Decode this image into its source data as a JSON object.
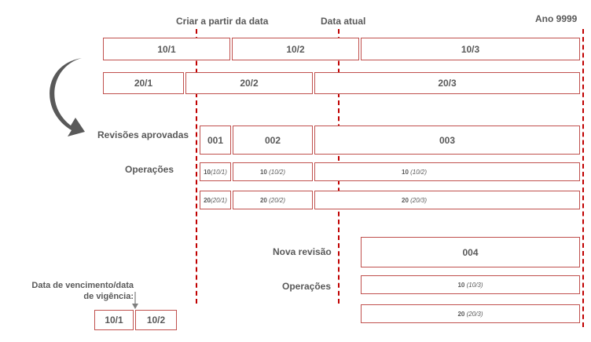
{
  "headers": {
    "criar": "Criar a partir da data",
    "data_atual": "Data atual",
    "ano": "Ano 9999"
  },
  "row1": [
    "10/1",
    "10/2",
    "10/3"
  ],
  "row2": [
    "20/1",
    "20/2",
    "20/3"
  ],
  "labels": {
    "revisoes": "Revisões aprovadas",
    "operacoes": "Operações",
    "nova_revisao": "Nova revisão",
    "operacoes2": "Operações",
    "vencimento_1": "Data de vencimento/data",
    "vencimento_2": "de vigência:"
  },
  "revisions": [
    "001",
    "002",
    "003"
  ],
  "ops10": [
    {
      "num": "10",
      "date": "(10/1)"
    },
    {
      "num": "10",
      "date": "(10/2)"
    },
    {
      "num": "10",
      "date": "(10/2)"
    }
  ],
  "ops20": [
    {
      "num": "20",
      "date": "(20/1)"
    },
    {
      "num": "20",
      "date": "(20/2)"
    },
    {
      "num": "20",
      "date": "(20/3)"
    }
  ],
  "new_revision": "004",
  "new_ops": [
    {
      "num": "10",
      "date": "(10/3)"
    },
    {
      "num": "20",
      "date": "(20/3)"
    }
  ],
  "legend": [
    "10/1",
    "10/2"
  ],
  "colors": {
    "border": "#c0504d",
    "dashed_line": "#c00000",
    "text": "#595959",
    "arrow": "#595959"
  }
}
